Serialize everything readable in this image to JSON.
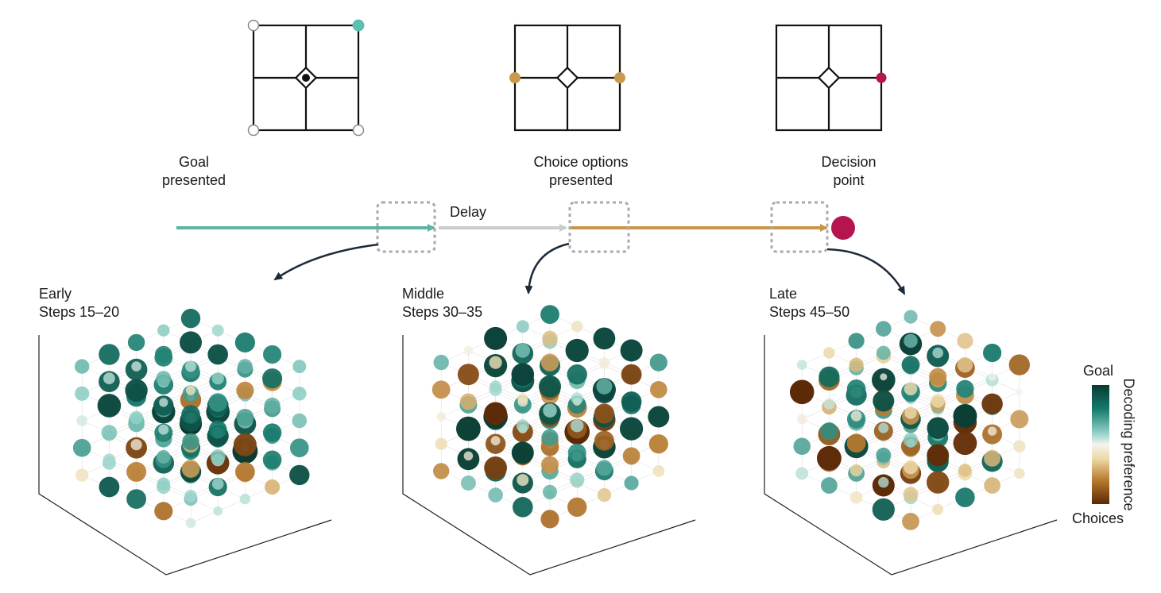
{
  "stages": [
    {
      "title": [
        "Goal",
        "presented"
      ]
    },
    {
      "title": [
        "Choice options",
        "presented"
      ]
    },
    {
      "title": [
        "Decision",
        "point"
      ]
    }
  ],
  "timeline": {
    "delay_label": "Delay",
    "colors": {
      "goal": "#5bb5a6",
      "delay": "#cccccc",
      "choice": "#c9954a",
      "decision": "#b5154f"
    }
  },
  "panels": [
    {
      "title": [
        "Early",
        "Steps 15–20"
      ],
      "goal_bias": 0.8,
      "seed": 11
    },
    {
      "title": [
        "Middle",
        "Steps 30–35"
      ],
      "goal_bias": 0.55,
      "seed": 23
    },
    {
      "title": [
        "Late",
        "Steps 45–50"
      ],
      "goal_bias": 0.45,
      "seed": 37
    }
  ],
  "colorbar": {
    "top_label": "Goal",
    "bottom_label": "Choices",
    "axis_label": "Decoding preference",
    "stops": [
      "#0a3a31",
      "#157a6c",
      "#8fd0c6",
      "#f4f4ef",
      "#ecd9a6",
      "#b87a2e",
      "#5a2806"
    ]
  },
  "marker_colors": {
    "goal": "#5bc0b0",
    "choice": "#c99a4e",
    "decision": "#b5154f"
  }
}
